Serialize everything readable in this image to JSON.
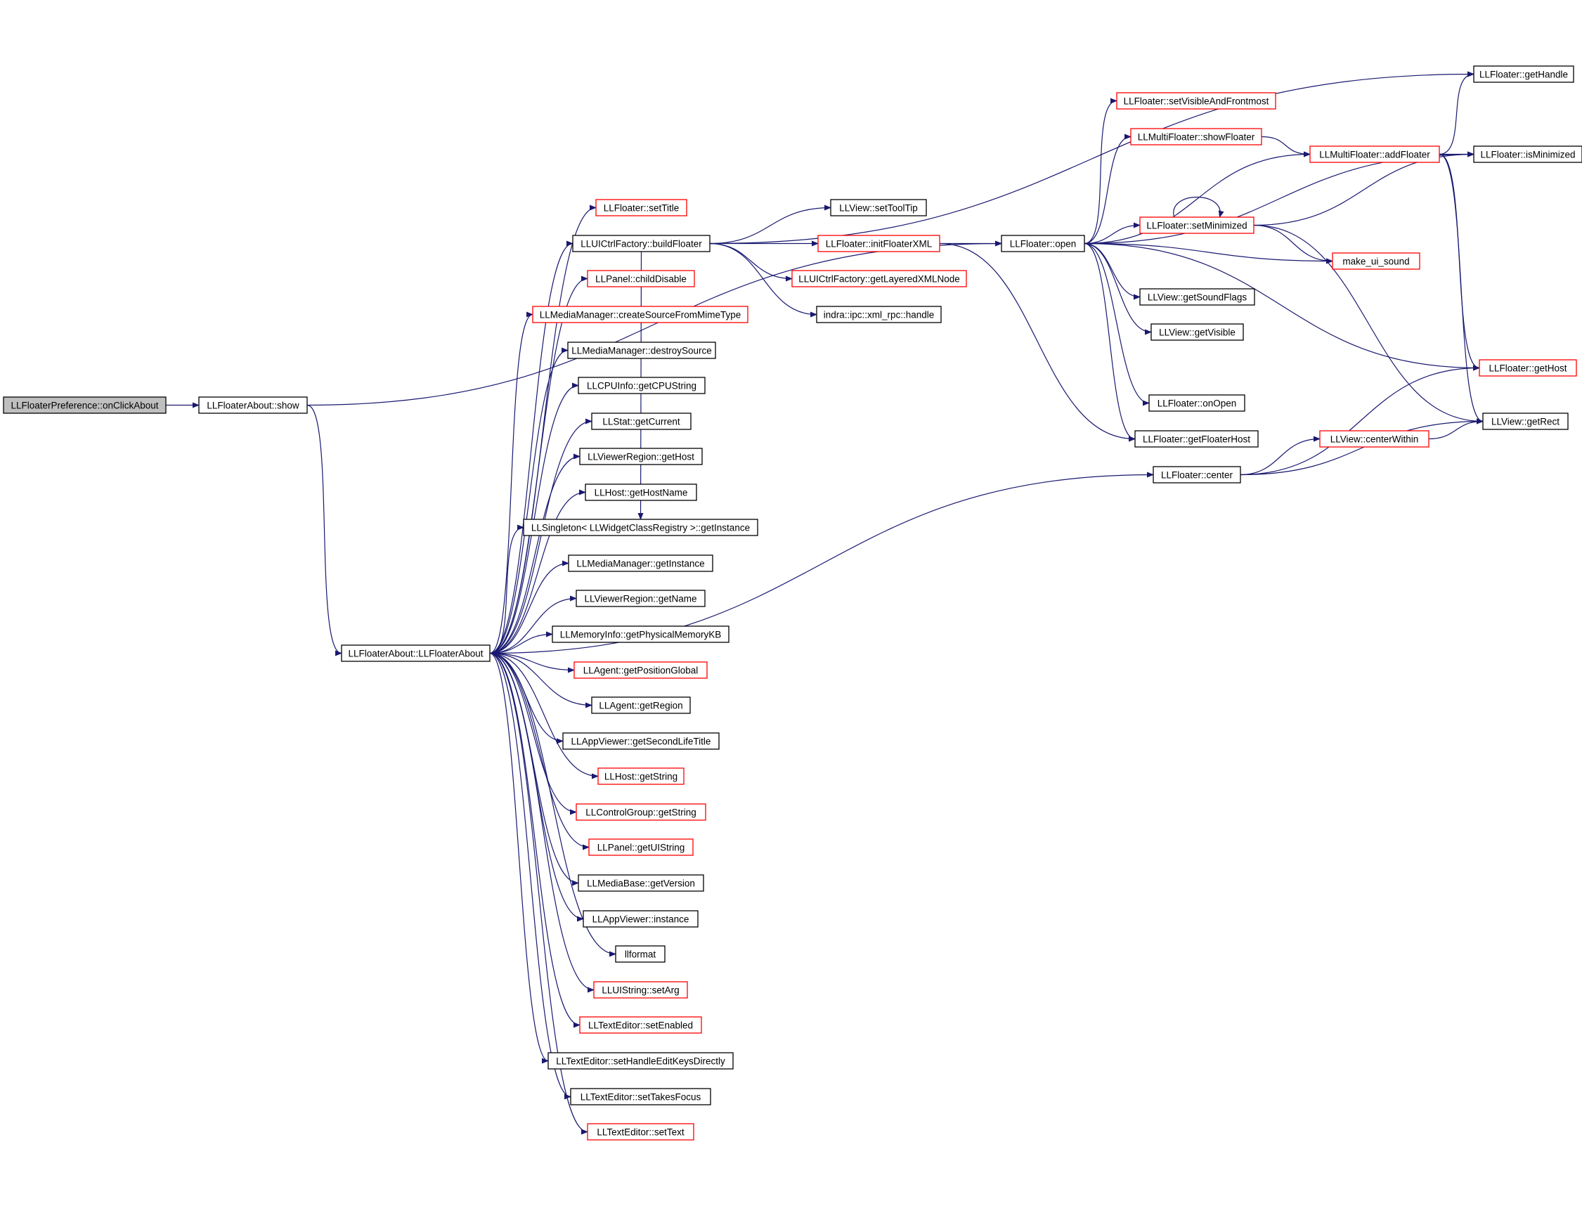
{
  "colors": {
    "edge": "#191970",
    "border_normal": "#000000",
    "border_truncated": "#ff0000",
    "root_fill": "#bfbfbf",
    "node_fill": "#ffffff"
  },
  "nodes": [
    {
      "id": "root",
      "label": "LLFloaterPreference::onClickAbout",
      "kind": "root"
    },
    {
      "id": "show",
      "label": "LLFloaterAbout::show",
      "kind": "normal"
    },
    {
      "id": "ctor",
      "label": "LLFloaterAbout::LLFloaterAbout",
      "kind": "normal"
    },
    {
      "id": "setTitle",
      "label": "LLFloater::setTitle",
      "kind": "truncated"
    },
    {
      "id": "buildFloater",
      "label": "LLUICtrlFactory::buildFloater",
      "kind": "normal"
    },
    {
      "id": "childDisable",
      "label": "LLPanel::childDisable",
      "kind": "truncated"
    },
    {
      "id": "createSource",
      "label": "LLMediaManager::createSourceFromMimeType",
      "kind": "truncated"
    },
    {
      "id": "destroySource",
      "label": "LLMediaManager::destroySource",
      "kind": "normal"
    },
    {
      "id": "getCPUString",
      "label": "LLCPUInfo::getCPUString",
      "kind": "normal"
    },
    {
      "id": "getCurrent",
      "label": "LLStat::getCurrent",
      "kind": "normal"
    },
    {
      "id": "vrGetHost",
      "label": "LLViewerRegion::getHost",
      "kind": "normal"
    },
    {
      "id": "getHostName",
      "label": "LLHost::getHostName",
      "kind": "normal"
    },
    {
      "id": "singletonGetInstance",
      "label": "LLSingleton< LLWidgetClassRegistry >::getInstance",
      "kind": "normal"
    },
    {
      "id": "mmGetInstance",
      "label": "LLMediaManager::getInstance",
      "kind": "normal"
    },
    {
      "id": "vrGetName",
      "label": "LLViewerRegion::getName",
      "kind": "normal"
    },
    {
      "id": "getPhysMem",
      "label": "LLMemoryInfo::getPhysicalMemoryKB",
      "kind": "normal"
    },
    {
      "id": "getPosGlobal",
      "label": "LLAgent::getPositionGlobal",
      "kind": "truncated"
    },
    {
      "id": "getRegion",
      "label": "LLAgent::getRegion",
      "kind": "normal"
    },
    {
      "id": "getSLTitle",
      "label": "LLAppViewer::getSecondLifeTitle",
      "kind": "normal"
    },
    {
      "id": "hostGetString",
      "label": "LLHost::getString",
      "kind": "truncated"
    },
    {
      "id": "cgGetString",
      "label": "LLControlGroup::getString",
      "kind": "truncated"
    },
    {
      "id": "getUIString",
      "label": "LLPanel::getUIString",
      "kind": "truncated"
    },
    {
      "id": "getVersion",
      "label": "LLMediaBase::getVersion",
      "kind": "normal"
    },
    {
      "id": "appInstance",
      "label": "LLAppViewer::instance",
      "kind": "normal"
    },
    {
      "id": "llformat",
      "label": "llformat",
      "kind": "normal"
    },
    {
      "id": "setArg",
      "label": "LLUIString::setArg",
      "kind": "truncated"
    },
    {
      "id": "setEnabled",
      "label": "LLTextEditor::setEnabled",
      "kind": "truncated"
    },
    {
      "id": "setHandleEdit",
      "label": "LLTextEditor::setHandleEditKeysDirectly",
      "kind": "normal"
    },
    {
      "id": "setTakesFocus",
      "label": "LLTextEditor::setTakesFocus",
      "kind": "normal"
    },
    {
      "id": "setText",
      "label": "LLTextEditor::setText",
      "kind": "truncated"
    },
    {
      "id": "setToolTip",
      "label": "LLView::setToolTip",
      "kind": "normal"
    },
    {
      "id": "initFloaterXML",
      "label": "LLFloater::initFloaterXML",
      "kind": "truncated"
    },
    {
      "id": "getLayeredXML",
      "label": "LLUICtrlFactory::getLayeredXMLNode",
      "kind": "truncated"
    },
    {
      "id": "xmlrpcHandle",
      "label": "indra::ipc::xml_rpc::handle",
      "kind": "normal"
    },
    {
      "id": "open",
      "label": "LLFloater::open",
      "kind": "normal"
    },
    {
      "id": "setVisFront",
      "label": "LLFloater::setVisibleAndFrontmost",
      "kind": "truncated"
    },
    {
      "id": "showFloater",
      "label": "LLMultiFloater::showFloater",
      "kind": "truncated"
    },
    {
      "id": "addFloater",
      "label": "LLMultiFloater::addFloater",
      "kind": "truncated"
    },
    {
      "id": "setMinimized",
      "label": "LLFloater::setMinimized",
      "kind": "truncated"
    },
    {
      "id": "makeUiSound",
      "label": "make_ui_sound",
      "kind": "truncated"
    },
    {
      "id": "getSoundFlags",
      "label": "LLView::getSoundFlags",
      "kind": "normal"
    },
    {
      "id": "getVisible",
      "label": "LLView::getVisible",
      "kind": "normal"
    },
    {
      "id": "onOpen",
      "label": "LLFloater::onOpen",
      "kind": "normal"
    },
    {
      "id": "getFloaterHost",
      "label": "LLFloater::getFloaterHost",
      "kind": "normal"
    },
    {
      "id": "center",
      "label": "LLFloater::center",
      "kind": "normal"
    },
    {
      "id": "centerWithin",
      "label": "LLView::centerWithin",
      "kind": "truncated"
    },
    {
      "id": "getHandle",
      "label": "LLFloater::getHandle",
      "kind": "normal"
    },
    {
      "id": "isMinimized",
      "label": "LLFloater::isMinimized",
      "kind": "normal"
    },
    {
      "id": "fGetHost",
      "label": "LLFloater::getHost",
      "kind": "truncated"
    },
    {
      "id": "getRect",
      "label": "LLView::getRect",
      "kind": "normal"
    }
  ],
  "edges": [
    [
      "root",
      "show"
    ],
    [
      "show",
      "ctor"
    ],
    [
      "show",
      "open"
    ],
    [
      "ctor",
      "setTitle"
    ],
    [
      "ctor",
      "buildFloater"
    ],
    [
      "ctor",
      "childDisable"
    ],
    [
      "ctor",
      "createSource"
    ],
    [
      "ctor",
      "destroySource"
    ],
    [
      "ctor",
      "getCPUString"
    ],
    [
      "ctor",
      "getCurrent"
    ],
    [
      "ctor",
      "vrGetHost"
    ],
    [
      "ctor",
      "getHostName"
    ],
    [
      "ctor",
      "singletonGetInstance"
    ],
    [
      "ctor",
      "mmGetInstance"
    ],
    [
      "ctor",
      "vrGetName"
    ],
    [
      "ctor",
      "getPhysMem"
    ],
    [
      "ctor",
      "getPosGlobal"
    ],
    [
      "ctor",
      "getRegion"
    ],
    [
      "ctor",
      "getSLTitle"
    ],
    [
      "ctor",
      "hostGetString"
    ],
    [
      "ctor",
      "cgGetString"
    ],
    [
      "ctor",
      "getUIString"
    ],
    [
      "ctor",
      "getVersion"
    ],
    [
      "ctor",
      "appInstance"
    ],
    [
      "ctor",
      "llformat"
    ],
    [
      "ctor",
      "setArg"
    ],
    [
      "ctor",
      "setEnabled"
    ],
    [
      "ctor",
      "setHandleEdit"
    ],
    [
      "ctor",
      "setTakesFocus"
    ],
    [
      "ctor",
      "setText"
    ],
    [
      "ctor",
      "center"
    ],
    [
      "buildFloater",
      "setToolTip"
    ],
    [
      "buildFloater",
      "initFloaterXML"
    ],
    [
      "buildFloater",
      "getLayeredXML"
    ],
    [
      "buildFloater",
      "xmlrpcHandle"
    ],
    [
      "buildFloater",
      "getHandle"
    ],
    [
      "buildFloater",
      "singletonGetInstance"
    ],
    [
      "initFloaterXML",
      "open"
    ],
    [
      "initFloaterXML",
      "getFloaterHost"
    ],
    [
      "open",
      "setVisFront"
    ],
    [
      "open",
      "showFloater"
    ],
    [
      "open",
      "addFloater"
    ],
    [
      "open",
      "setMinimized"
    ],
    [
      "open",
      "makeUiSound"
    ],
    [
      "open",
      "getSoundFlags"
    ],
    [
      "open",
      "getVisible"
    ],
    [
      "open",
      "onOpen"
    ],
    [
      "open",
      "getFloaterHost"
    ],
    [
      "open",
      "fGetHost"
    ],
    [
      "open",
      "isMinimized"
    ],
    [
      "showFloater",
      "addFloater"
    ],
    [
      "addFloater",
      "getHandle"
    ],
    [
      "addFloater",
      "isMinimized"
    ],
    [
      "addFloater",
      "fGetHost"
    ],
    [
      "addFloater",
      "getRect"
    ],
    [
      "setMinimized",
      "setMinimized"
    ],
    [
      "setMinimized",
      "makeUiSound"
    ],
    [
      "setMinimized",
      "isMinimized"
    ],
    [
      "setMinimized",
      "getRect"
    ],
    [
      "center",
      "fGetHost"
    ],
    [
      "center",
      "centerWithin"
    ],
    [
      "center",
      "getRect"
    ],
    [
      "centerWithin",
      "getRect"
    ]
  ]
}
